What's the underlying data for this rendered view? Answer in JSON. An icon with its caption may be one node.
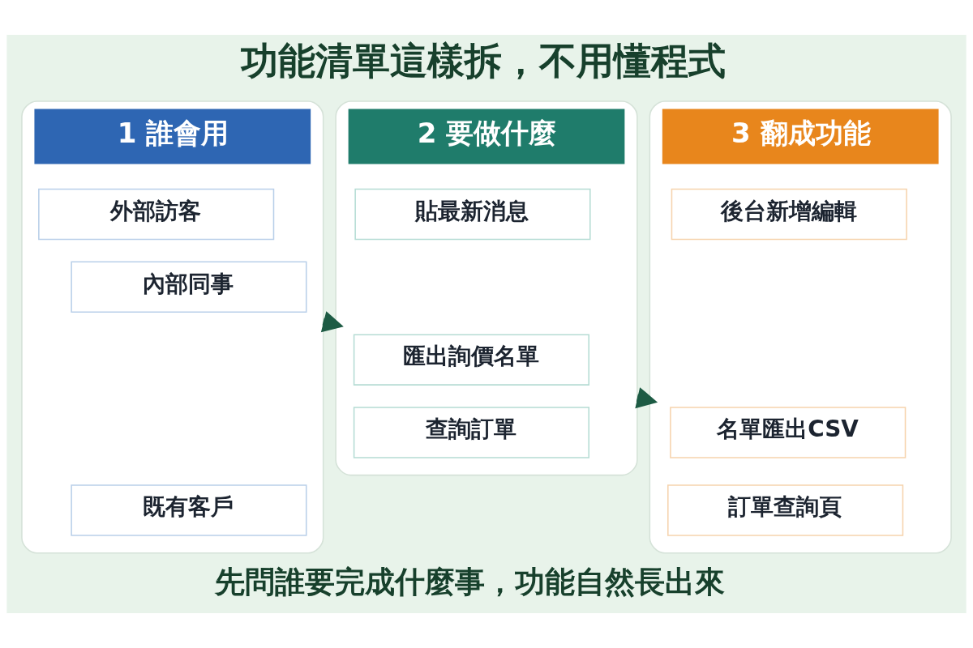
{
  "diagram": {
    "title": "功能清單這樣拆，不用懂程式",
    "caption": "先問誰要完成什麼事，功能自然長出來",
    "nodes": [
      {
        "text": [
          "1 誰會用"
        ]
      },
      {
        "text": [
          "外部訪客"
        ],
        "in": 0
      },
      {
        "text": [
          "內部同事"
        ],
        "in": 0
      },
      {
        "text": [
          "既有客戶"
        ],
        "in": 0
      },
      {
        "text": [
          "2 要做什麼"
        ]
      },
      {
        "text": [
          "貼最新消息"
        ],
        "in": 4
      },
      {
        "text": [
          "匯出詢價名單"
        ],
        "in": 4
      },
      {
        "text": [
          "查詢訂單"
        ],
        "in": 4
      },
      {
        "text": [
          "3 翻成功能"
        ]
      },
      {
        "text": [
          "後台新增編輯"
        ],
        "in": 8
      },
      {
        "text": [
          "名單匯出CSV"
        ],
        "in": 8
      },
      {
        "text": [
          "訂單查詢頁"
        ],
        "in": 8
      }
    ],
    "edges": [
      {
        "from": 0,
        "to": 4,
        "arrow": "to"
      },
      {
        "from": 4,
        "to": 8,
        "arrow": "to"
      }
    ]
  }
}
